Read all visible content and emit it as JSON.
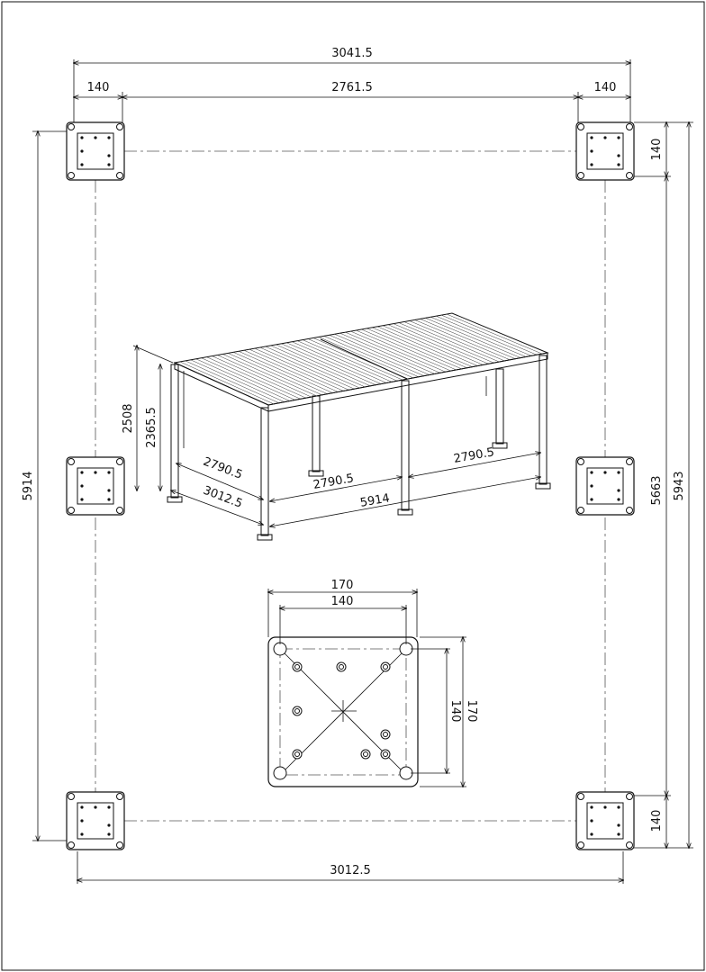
{
  "dimensions": {
    "top_overall": "3041.5",
    "top_left_offset": "140",
    "top_middle": "2761.5",
    "top_right_offset": "140",
    "left_overall": "5914",
    "right_overall": "5943",
    "right_inner": "5663",
    "right_top_offset": "140",
    "right_bottom_offset": "140",
    "bottom_overall": "3012.5"
  },
  "pergola": {
    "height_outer": "2508",
    "height_inner": "2365.5",
    "side_bay": "2790.5",
    "depth": "3012.5",
    "front_bay_left": "2790.5",
    "front_bay_right": "2790.5",
    "length": "5914"
  },
  "plate_detail": {
    "outer_width": "170",
    "inner_width": "140",
    "inner_height": "140",
    "outer_height": "170"
  }
}
